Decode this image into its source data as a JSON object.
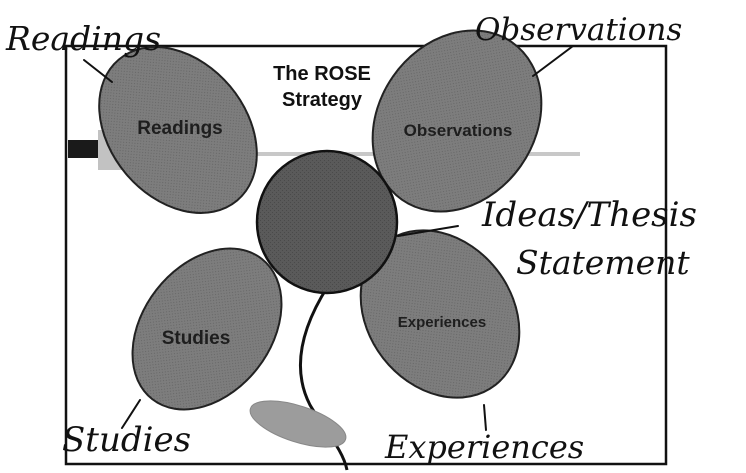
{
  "slide": {
    "title_line1": "The ROSE",
    "title_line2": "Strategy"
  },
  "petals": {
    "readings": {
      "label_line1": "",
      "label_line2": "Readings"
    },
    "observations": {
      "label_line1": "",
      "label_line2": "Observations"
    },
    "studies": {
      "label": "Studies"
    },
    "experiences": {
      "label": "Experiences"
    }
  },
  "annotations": {
    "readings": "Readings",
    "observations": "Observations",
    "ideas_line1": "Ideas/Thesis",
    "ideas_line2": "Statement",
    "studies": "Studies",
    "experiences": "Experiences"
  },
  "colors": {
    "petal": "#7d7d7d",
    "center": "#5a5a5a",
    "leaf": "#9c9c9c",
    "frame": "#111111"
  }
}
